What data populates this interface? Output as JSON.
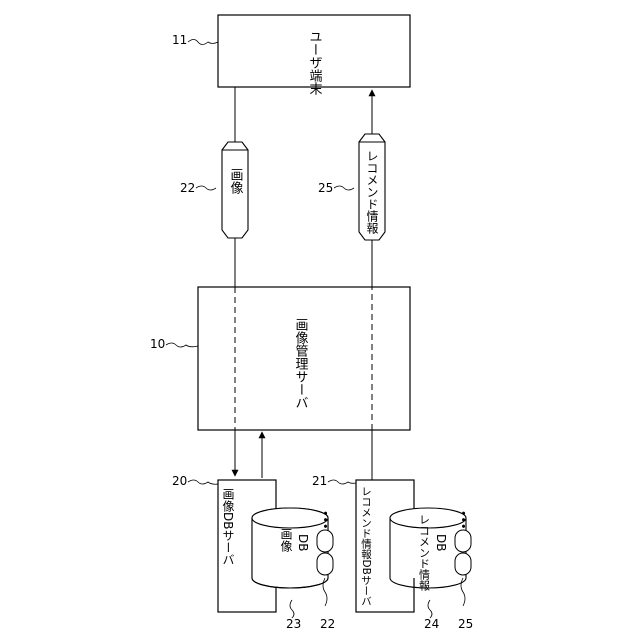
{
  "nodes": {
    "user_terminal": {
      "ref": "11",
      "label": "ユーザ端末"
    },
    "image_server": {
      "ref": "10",
      "label": "画像管理サーバ"
    },
    "image_db_server": {
      "ref": "20",
      "label": "画像DBサーバ"
    },
    "reco_db_server": {
      "ref": "21",
      "label": "レコメンド情報DBサーバ"
    },
    "image_db": {
      "ref": "23",
      "label_line1": "画像",
      "label_line2": "DB",
      "item_ref": "22",
      "ellipsis": "•••"
    },
    "reco_db": {
      "ref": "24",
      "label_line1": "レコメンド情報",
      "label_line2": "DB",
      "item_ref": "25",
      "ellipsis": "•••"
    }
  },
  "flows": {
    "image": {
      "ref": "22",
      "label": "画像"
    },
    "reco": {
      "ref": "25",
      "label": "レコメンド情報"
    }
  }
}
